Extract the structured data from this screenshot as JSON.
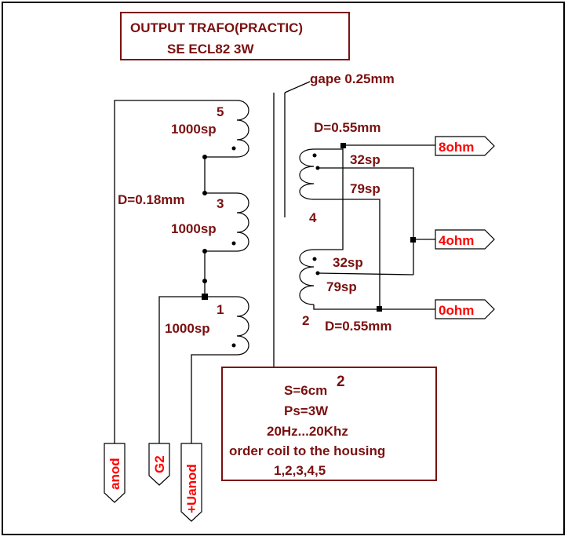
{
  "title": {
    "line1": "OUTPUT TRAFO(PRACTIC)",
    "line2": "SE ECL82 3W"
  },
  "labels": {
    "gap": "gape 0.25mm",
    "primary_wire": "D=0.18mm",
    "secondary_wire_top": "D=0.55mm",
    "secondary_wire_bottom": "D=0.55mm",
    "coil5_num": "5",
    "coil5_turns": "1000sp",
    "coil3_num": "3",
    "coil3_turns": "1000sp",
    "coil1_num": "1",
    "coil1_turns": "1000sp",
    "coil4_num": "4",
    "coil4_tap1": "32sp",
    "coil4_tap2": "79sp",
    "coil2_num": "2",
    "coil2_tap1": "32sp",
    "coil2_tap2": "79sp"
  },
  "ports": {
    "out_8": "8ohm",
    "out_4": "4ohm",
    "out_0": "0ohm",
    "anod": "anod",
    "g2": "G2",
    "uanod": "+Uanod"
  },
  "specs": {
    "core": "S=6cm",
    "core_exp": "2",
    "power": "Ps=3W",
    "freq": "20Hz...20Khz",
    "order": "order coil to the housing",
    "order_seq": "1,2,3,4,5"
  },
  "colors": {
    "text": "#7a1010",
    "port_text": "#ff0000",
    "frame": "#7a1010"
  }
}
